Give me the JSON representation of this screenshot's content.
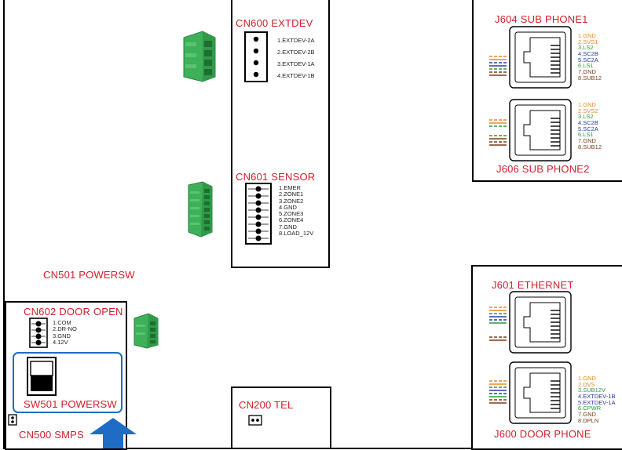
{
  "title_powersw": "CN501 POWERSW",
  "cn600": {
    "title": "CN600 EXTDEV",
    "pins": [
      "1.EXTDEV-2A",
      "2.EXTDEV-2B",
      "3.EXTDEV-1A",
      "4.EXTDEV-1B"
    ]
  },
  "cn601": {
    "title": "CN601 SENSOR",
    "pins": [
      "1.EMER",
      "2.ZONE1",
      "3.ZONE2",
      "4.GND",
      "5.ZONE3",
      "6.ZONE4",
      "7.GND",
      "8.LOAD_12V"
    ]
  },
  "cn602": {
    "title": "CN602 DOOR OPEN",
    "pins": [
      "1.COM",
      "2.DR-NO",
      "3.GND",
      "4.12V"
    ]
  },
  "sw501": {
    "label": "SW501 POWERSW"
  },
  "cn500": {
    "label": "CN500 SMPS"
  },
  "cn200": {
    "title": "CN200 TEL"
  },
  "j604": {
    "title": "J604 SUB PHONE1",
    "pins": [
      {
        "text": "1.GND",
        "color": "#e8872a"
      },
      {
        "text": "2.SVS1",
        "color": "#e8872a"
      },
      {
        "text": "3.LS2",
        "color": "#2a9a3a"
      },
      {
        "text": "4.SC2B",
        "color": "#2a3aa8"
      },
      {
        "text": "5.SC2A",
        "color": "#2a3aa8"
      },
      {
        "text": "6.LS1",
        "color": "#2a9a3a"
      },
      {
        "text": "7.GND",
        "color": "#7a3b1a"
      },
      {
        "text": "8.SUB12",
        "color": "#7a3b1a"
      }
    ]
  },
  "j606": {
    "title": "J606 SUB PHONE2",
    "pins": [
      {
        "text": "1.GND",
        "color": "#e8872a"
      },
      {
        "text": "2.SVS2",
        "color": "#e8872a"
      },
      {
        "text": "3.LS2",
        "color": "#2a9a3a"
      },
      {
        "text": "4.SC2B",
        "color": "#2a3aa8"
      },
      {
        "text": "5.SC2A",
        "color": "#2a3aa8"
      },
      {
        "text": "6.LS1",
        "color": "#2a9a3a"
      },
      {
        "text": "7.GND",
        "color": "#7a3b1a"
      },
      {
        "text": "8.SUB12",
        "color": "#7a3b1a"
      }
    ]
  },
  "j601": {
    "title": "J601 ETHERNET"
  },
  "j600": {
    "title": "J600 DOOR PHONE",
    "pins": [
      {
        "text": "1.GND",
        "color": "#e8872a"
      },
      {
        "text": "2.DVS",
        "color": "#e8872a"
      },
      {
        "text": "3.SUB12V",
        "color": "#2a9a3a"
      },
      {
        "text": "4.EXTDEV-1B",
        "color": "#2a3aa8"
      },
      {
        "text": "5.EXTDEV-1A",
        "color": "#2a3aa8"
      },
      {
        "text": "6.CPWR",
        "color": "#2a9a3a"
      },
      {
        "text": "7.GND",
        "color": "#7a3b1a"
      },
      {
        "text": "8.DPLN",
        "color": "#7a3b1a"
      }
    ]
  },
  "colors": {
    "title_red": "#d0202a",
    "highlight_blue": "#1f6cc4",
    "connector_green": "#3fb05a"
  }
}
